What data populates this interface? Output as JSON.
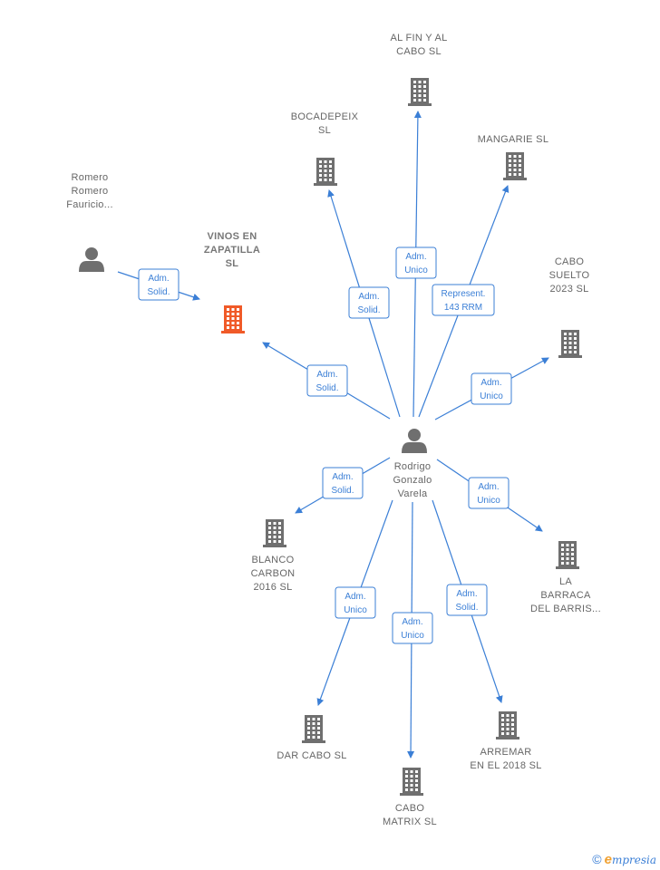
{
  "colors": {
    "edge": "#3b7fd6",
    "company": "#6f6f6f",
    "company_highlight": "#f05a28",
    "person": "#6f6f6f",
    "label": "#666666"
  },
  "nodes": [
    {
      "id": "center",
      "kind": "person",
      "lines": [
        "Rodrigo",
        "Gonzalo",
        "Varela"
      ]
    },
    {
      "id": "romero",
      "kind": "person",
      "lines": [
        "Romero",
        "Romero",
        "Fauricio..."
      ]
    },
    {
      "id": "vinos",
      "kind": "company",
      "highlight": true,
      "lines": [
        "VINOS EN",
        "ZAPATILLA",
        "SL"
      ]
    },
    {
      "id": "alfin",
      "kind": "company",
      "lines": [
        "AL FIN Y AL",
        "CABO  SL"
      ]
    },
    {
      "id": "bocadepeix",
      "kind": "company",
      "lines": [
        "BOCADEPEIX",
        "SL"
      ]
    },
    {
      "id": "mangarie",
      "kind": "company",
      "lines": [
        "MANGARIE  SL"
      ]
    },
    {
      "id": "cabosuelto",
      "kind": "company",
      "lines": [
        "CABO",
        "SUELTO",
        "2023  SL"
      ]
    },
    {
      "id": "blanco",
      "kind": "company",
      "lines": [
        "BLANCO",
        "CARBON",
        "2016  SL"
      ]
    },
    {
      "id": "barraca",
      "kind": "company",
      "lines": [
        "LA",
        "BARRACA",
        "DEL BARRIS..."
      ]
    },
    {
      "id": "darcabo",
      "kind": "company",
      "lines": [
        "DAR CABO  SL"
      ]
    },
    {
      "id": "cabomatrix",
      "kind": "company",
      "lines": [
        "CABO",
        "MATRIX  SL"
      ]
    },
    {
      "id": "arremar",
      "kind": "company",
      "lines": [
        "ARREMAR",
        "EN EL 2018  SL"
      ]
    }
  ],
  "edges": [
    {
      "from": "romero",
      "to": "vinos",
      "label": [
        "Adm.",
        "Solid."
      ]
    },
    {
      "from": "center",
      "to": "vinos",
      "label": [
        "Adm.",
        "Solid."
      ]
    },
    {
      "from": "center",
      "to": "bocadepeix",
      "label": [
        "Adm.",
        "Solid."
      ]
    },
    {
      "from": "center",
      "to": "alfin",
      "label": [
        "Adm.",
        "Unico"
      ]
    },
    {
      "from": "center",
      "to": "mangarie",
      "label": [
        "Represent.",
        "143 RRM"
      ]
    },
    {
      "from": "center",
      "to": "cabosuelto",
      "label": [
        "Adm.",
        "Unico"
      ]
    },
    {
      "from": "center",
      "to": "blanco",
      "label": [
        "Adm.",
        "Solid."
      ]
    },
    {
      "from": "center",
      "to": "barraca",
      "label": [
        "Adm.",
        "Unico"
      ]
    },
    {
      "from": "center",
      "to": "darcabo",
      "label": [
        "Adm.",
        "Unico"
      ]
    },
    {
      "from": "center",
      "to": "cabomatrix",
      "label": [
        "Adm.",
        "Unico"
      ]
    },
    {
      "from": "center",
      "to": "arremar",
      "label": [
        "Adm.",
        "Solid."
      ]
    }
  ],
  "footer": {
    "copyright": "©",
    "brand_initial": "e",
    "brand_rest": "mpresia"
  }
}
